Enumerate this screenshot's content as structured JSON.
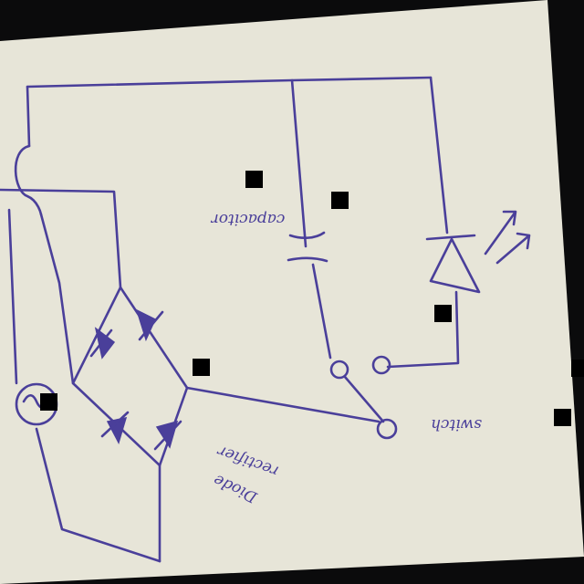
{
  "diagram": {
    "labels": {
      "capacitor": "capacitor",
      "switch": "switch",
      "diode_rectifier_line1": "rectifier",
      "diode_rectifier_line2": "Diode"
    },
    "colors": {
      "paper": "#e7e5d8",
      "ink": "#4a3f9a",
      "background": "#0b0b0c"
    }
  }
}
